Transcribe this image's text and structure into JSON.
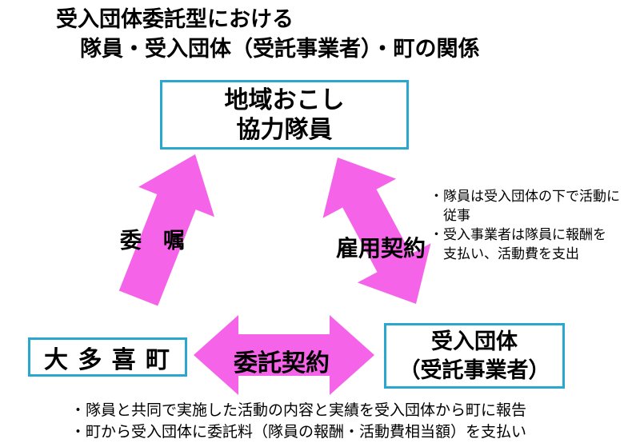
{
  "colors": {
    "arrow_pink": "#F564E8",
    "box_border": "#2AA7CF",
    "text": "#000000",
    "background": "#FFFFFF"
  },
  "title": {
    "line1": "受入団体委託型における",
    "line2": "隊員・受入団体（受託事業者）・町の関係"
  },
  "nodes": {
    "volunteer": {
      "line1": "地域おこし",
      "line2": "協力隊員"
    },
    "town": {
      "label": "大 多 喜 町"
    },
    "host": {
      "line1": "受入団体",
      "line2": "（受託事業者）"
    }
  },
  "relations": {
    "commission_label": "委　嘱",
    "employment_label": "雇用契約",
    "consignment_label": "委託契約"
  },
  "notes": {
    "employment": {
      "lines": [
        "・隊員は受入団体の下で活動に",
        "　従事",
        "・受入事業者は隊員に報酬を",
        "　支払い、活動費を支出"
      ]
    },
    "consignment": {
      "lines": [
        "・隊員と共同で実施した活動の内容と実績を受入団体から町に報告",
        "・町から受入団体に委託料（隊員の報酬・活動費相当額）を支払い"
      ]
    }
  }
}
